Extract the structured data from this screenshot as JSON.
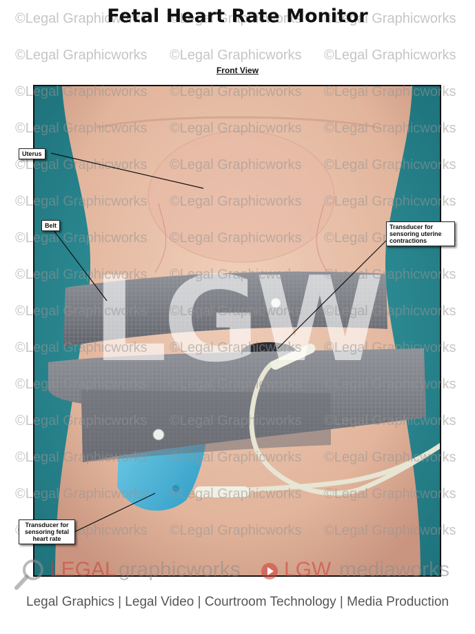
{
  "header": {
    "title": "Fetal Heart Rate Monitor",
    "subtitle": "Front View"
  },
  "callouts": {
    "uterus": "Uterus",
    "belt": "Belt",
    "transducer_uterine": [
      "Transducer for",
      "sensoring uterine",
      "contractions"
    ],
    "transducer_fetal": [
      "Transducer for",
      "sensoring fetal",
      "heart rate"
    ]
  },
  "watermark": {
    "text": "©Legal Graphicworks",
    "big": "LGW"
  },
  "brand": {
    "legal": "LEGAL",
    "graphicworks": "graphicworks",
    "lgw": "LGW",
    "mediaworks": "mediaworks"
  },
  "footer": {
    "tagline": "Legal Graphics | Legal Video | Courtroom Technology | Media Production"
  },
  "colors": {
    "background_drape": "#2b8f97",
    "skin": "#e9c3ad",
    "belt": "#7d7f86",
    "transducer": "#49b9dc",
    "cable": "#efeedd",
    "brand_red": "#cd3c37"
  }
}
